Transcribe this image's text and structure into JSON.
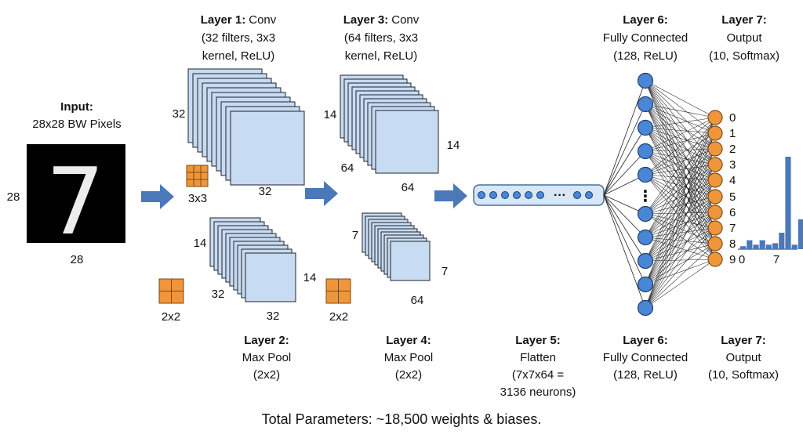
{
  "input": {
    "title": "Input:",
    "sub": "28x28 BW Pixels",
    "dim_left": "28",
    "dim_bottom": "28",
    "digit": "7"
  },
  "layer1": {
    "bold": "Layer 1:",
    "name": "Conv",
    "line2": "(32 filters, 3x3",
    "line3": "kernel, ReLU)",
    "depth": "32",
    "width": "32",
    "kernel": "3x3"
  },
  "layer2": {
    "bold": "Layer 2:",
    "name": "Max Pool",
    "line2": "(2x2)",
    "height": "14",
    "depth": "32",
    "side": "14",
    "width": "32",
    "pool": "2x2"
  },
  "layer3": {
    "bold": "Layer 3:",
    "name": "Conv",
    "line2": "(64 filters, 3x3",
    "line3": "kernel, ReLU)",
    "height": "14",
    "side": "14",
    "depth": "64",
    "width": "64"
  },
  "layer4": {
    "bold": "Layer 4:",
    "name": "Max Pool",
    "line2": "(2x2)",
    "height": "7",
    "side": "7",
    "width": "64",
    "pool": "2x2"
  },
  "layer5": {
    "bold": "Layer 5:",
    "name": "Flatten",
    "line2": "(7x7x64 =",
    "line3": "3136 neurons)",
    "dots": "···"
  },
  "layer6": {
    "bold": "Layer 6:",
    "name": "Fully Connected",
    "line2": "(128, ReLU)",
    "dots": "⋮"
  },
  "layer7": {
    "bold": "Layer 7:",
    "name": "Output",
    "line2": "(10, Softmax)",
    "classes": [
      "0",
      "1",
      "2",
      "3",
      "4",
      "5",
      "6",
      "7",
      "8",
      "9"
    ],
    "hist_left": "0",
    "hist_right": "7",
    "probabilities": [
      0.02,
      0.06,
      0.03,
      0.06,
      0.03,
      0.04,
      0.11,
      0.62,
      0.03,
      0.2
    ]
  },
  "footer": "Total Parameters: ~18,500 weights & biases.",
  "colors": {
    "fmap_fill": "#c7dbf2",
    "fmap_stroke": "#20232a",
    "arrow": "#4a78b8",
    "neuron_blue": "#4a86d6",
    "neuron_orange": "#f0963a",
    "bar": "#4a78b8"
  }
}
